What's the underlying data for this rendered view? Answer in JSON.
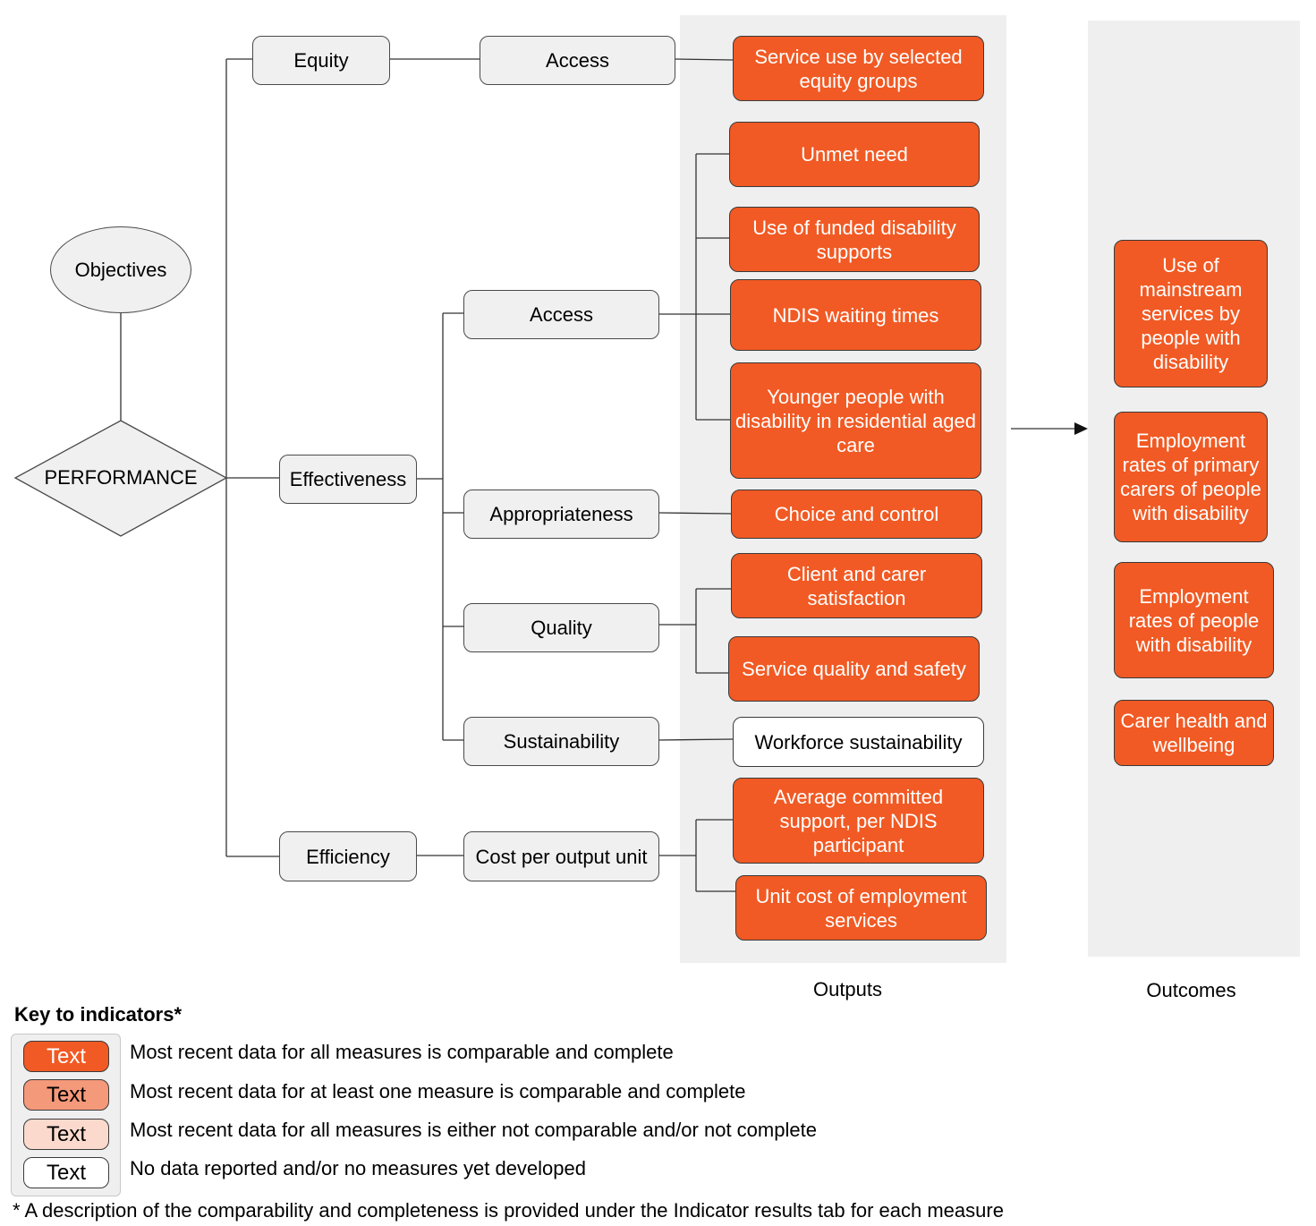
{
  "root": {
    "objectives": "Objectives",
    "performance": "PERFORMANCE"
  },
  "dimensions": {
    "equity": "Equity",
    "effectiveness": "Effectiveness",
    "efficiency": "Efficiency"
  },
  "subdimensions": {
    "equity_access": "Access",
    "access": "Access",
    "appropriateness": "Appropriateness",
    "quality": "Quality",
    "sustainability": "Sustainability",
    "cost": "Cost per output unit"
  },
  "outputs": {
    "label": "Outputs",
    "service_use": "Service use by selected equity groups",
    "unmet_need": "Unmet need",
    "funded_supports": "Use of funded disability supports",
    "ndis_waiting": "NDIS waiting times",
    "younger_people": "Younger people with disability in residential aged care",
    "choice_control": "Choice and control",
    "client_carer": "Client and carer satisfaction",
    "service_quality": "Service quality and safety",
    "workforce": "Workforce sustainability",
    "avg_committed": "Average committed support, per NDIS participant",
    "unit_cost": "Unit cost of employment services"
  },
  "outcomes": {
    "label": "Outcomes",
    "mainstream": "Use of mainstream services by people with disability",
    "carers_employment": "Employment rates of primary carers of people with disability",
    "people_employment": "Employment rates of people with disability",
    "carer_health": "Carer health and wellbeing"
  },
  "key": {
    "title": "Key to indicators*",
    "sample": "Text",
    "items": [
      "Most recent data for all measures is comparable and complete",
      "Most recent data for at least one measure is comparable and complete",
      "Most recent data for all measures is either not comparable and/or not complete",
      "No data reported and/or no measures yet developed"
    ],
    "footnote": "* A description of the comparability and completeness is provided under the Indicator results tab for each measure"
  },
  "colors": {
    "complete": "#f15a24",
    "partial": "#f4997a",
    "not_complete": "#fbdacd",
    "no_data": "#ffffff",
    "node_fill": "#f0f0f0",
    "panel_fill": "#efefef"
  }
}
